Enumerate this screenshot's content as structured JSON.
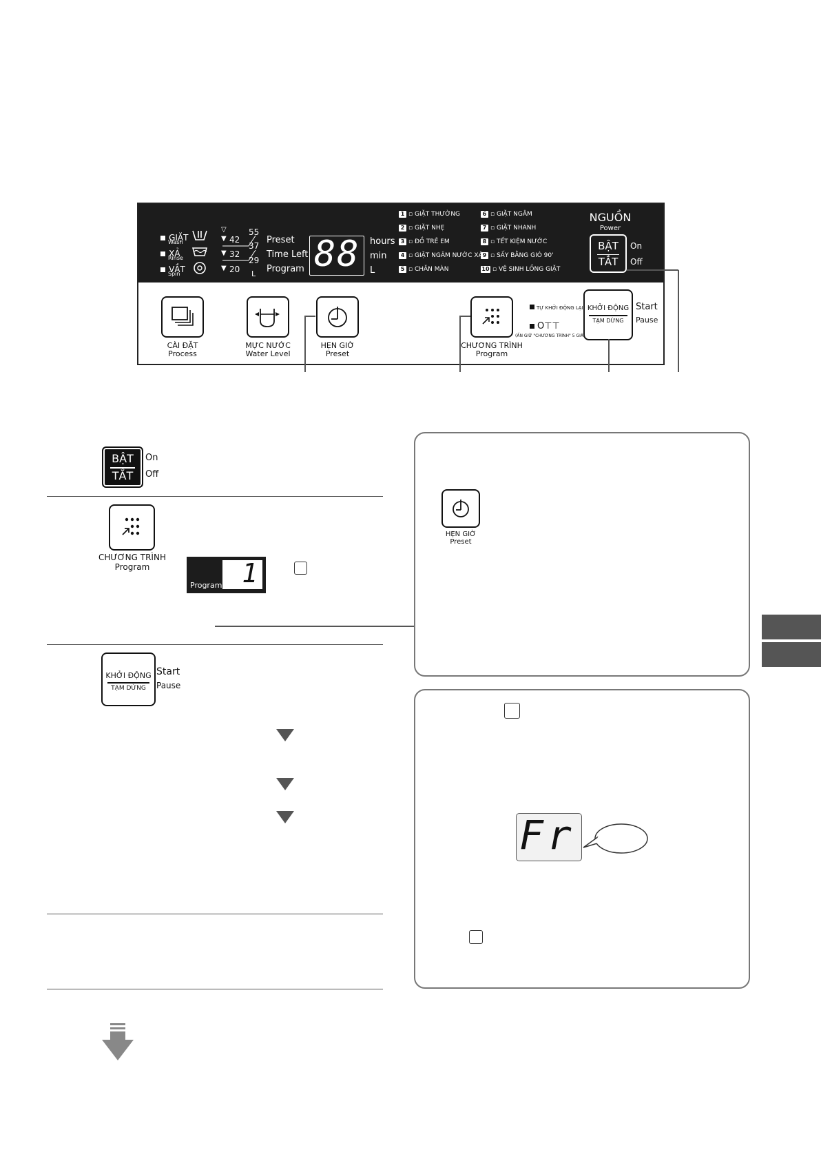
{
  "panel": {
    "indicators": [
      {
        "label": "GIẶT",
        "sub": "Wash"
      },
      {
        "label": "XẢ",
        "sub": "Rinse"
      },
      {
        "label": "VẮT",
        "sub": "Spin"
      }
    ],
    "water_levels": {
      "top": "42",
      "top_r": "55",
      "mid_r": "37",
      "mid": "32",
      "bot_r": "29",
      "bot": "20",
      "unit": "L"
    },
    "mode_labels": [
      "Preset",
      "Time Left",
      "Program"
    ],
    "display_value": "88",
    "display_units": [
      "hours",
      "min",
      "L"
    ],
    "programs_left": [
      {
        "num": "1",
        "name": "GIẶT THƯỜNG"
      },
      {
        "num": "2",
        "name": "GIẶT NHẸ"
      },
      {
        "num": "3",
        "name": "ĐỒ TRẺ EM"
      },
      {
        "num": "4",
        "name": "GIẶT NGÂM NƯỚC XẢ"
      },
      {
        "num": "5",
        "name": "CHĂN MÀN"
      }
    ],
    "programs_right": [
      {
        "num": "6",
        "name": "GIẶT NGÂM"
      },
      {
        "num": "7",
        "name": "GIẶT NHANH"
      },
      {
        "num": "8",
        "name": "TẾT KIỆM NƯỚC"
      },
      {
        "num": "9",
        "name": "SẤY BẰNG GIÓ 90'"
      },
      {
        "num": "10",
        "name": "VỆ SINH LỒNG GIẶT"
      }
    ],
    "power": {
      "title": "NGUỒN",
      "sub": "Power",
      "top": "BẬT",
      "bottom": "TẮT",
      "on": "On",
      "off": "Off"
    },
    "buttons": {
      "process": {
        "vi": "CÀI ĐẶT",
        "en": "Process"
      },
      "water": {
        "vi": "MỰC NƯỚC",
        "en": "Water Level"
      },
      "preset": {
        "vi": "HẸN GIỜ",
        "en": "Preset"
      },
      "program": {
        "vi": "CHƯƠNG TRÌNH",
        "en": "Program"
      },
      "start": {
        "top": "KHỞI ĐỘNG",
        "bottom": "TẠM DỪNG",
        "en1": "Start",
        "en2": "Pause"
      }
    },
    "auto_restart": "TỰ KHỞI ĐỘNG LẠI",
    "lock_note": "(ẤN GIỮ \"CHƯƠNG TRÌNH\" 5 GIÂY)"
  },
  "steps": {
    "power": {
      "top": "BẬT",
      "bottom": "TẮT",
      "on": "On",
      "off": "Off"
    },
    "program": {
      "vi": "CHƯƠNG TRÌNH",
      "en": "Program"
    },
    "display": {
      "label": "Program",
      "value": "1"
    },
    "start": {
      "top": "KHỞI ĐỘNG",
      "bottom": "TẠM DỪNG",
      "en1": "Start",
      "en2": "Pause"
    }
  },
  "info1": {
    "preset_vi": "HẸN GIỜ",
    "preset_en": "Preset"
  },
  "info2": {
    "display": "Fr"
  },
  "colors": {
    "panel_bg": "#1c1c1c",
    "accent_gray": "#555555",
    "box_border": "#777777"
  }
}
